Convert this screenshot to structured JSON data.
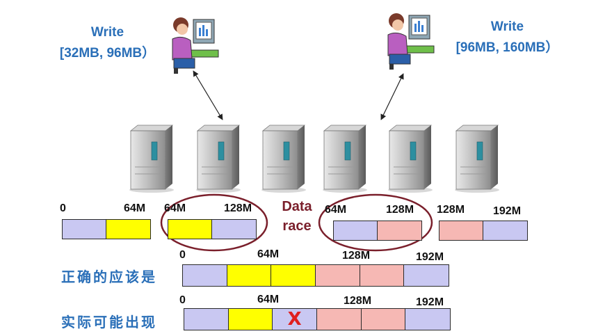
{
  "writers": [
    {
      "title": "Write",
      "range": "[32MB, 96MB）"
    },
    {
      "title": "Write",
      "range": "[96MB, 160MB）"
    }
  ],
  "data_race": {
    "line1": "Data",
    "line2": "race"
  },
  "chunks": [
    {
      "start": "0",
      "end": "64M"
    },
    {
      "start": "64M",
      "end": "128M"
    },
    {
      "start": "64M",
      "end": "128M"
    },
    {
      "start": "128M",
      "end": "192M"
    }
  ],
  "rows": [
    {
      "label": "正确的应该是",
      "ticks": [
        "0",
        "64M",
        "128M",
        "192M"
      ]
    },
    {
      "label": "实际可能出现",
      "ticks": [
        "0",
        "64M",
        "128M",
        "192M"
      ],
      "mark": "X"
    }
  ],
  "colors": {
    "lavender": "#c9c8f2",
    "yellow": "#ffff00",
    "pink": "#f6b8b4",
    "race": "#7a1f2b",
    "blue": "#2a6fb8"
  }
}
